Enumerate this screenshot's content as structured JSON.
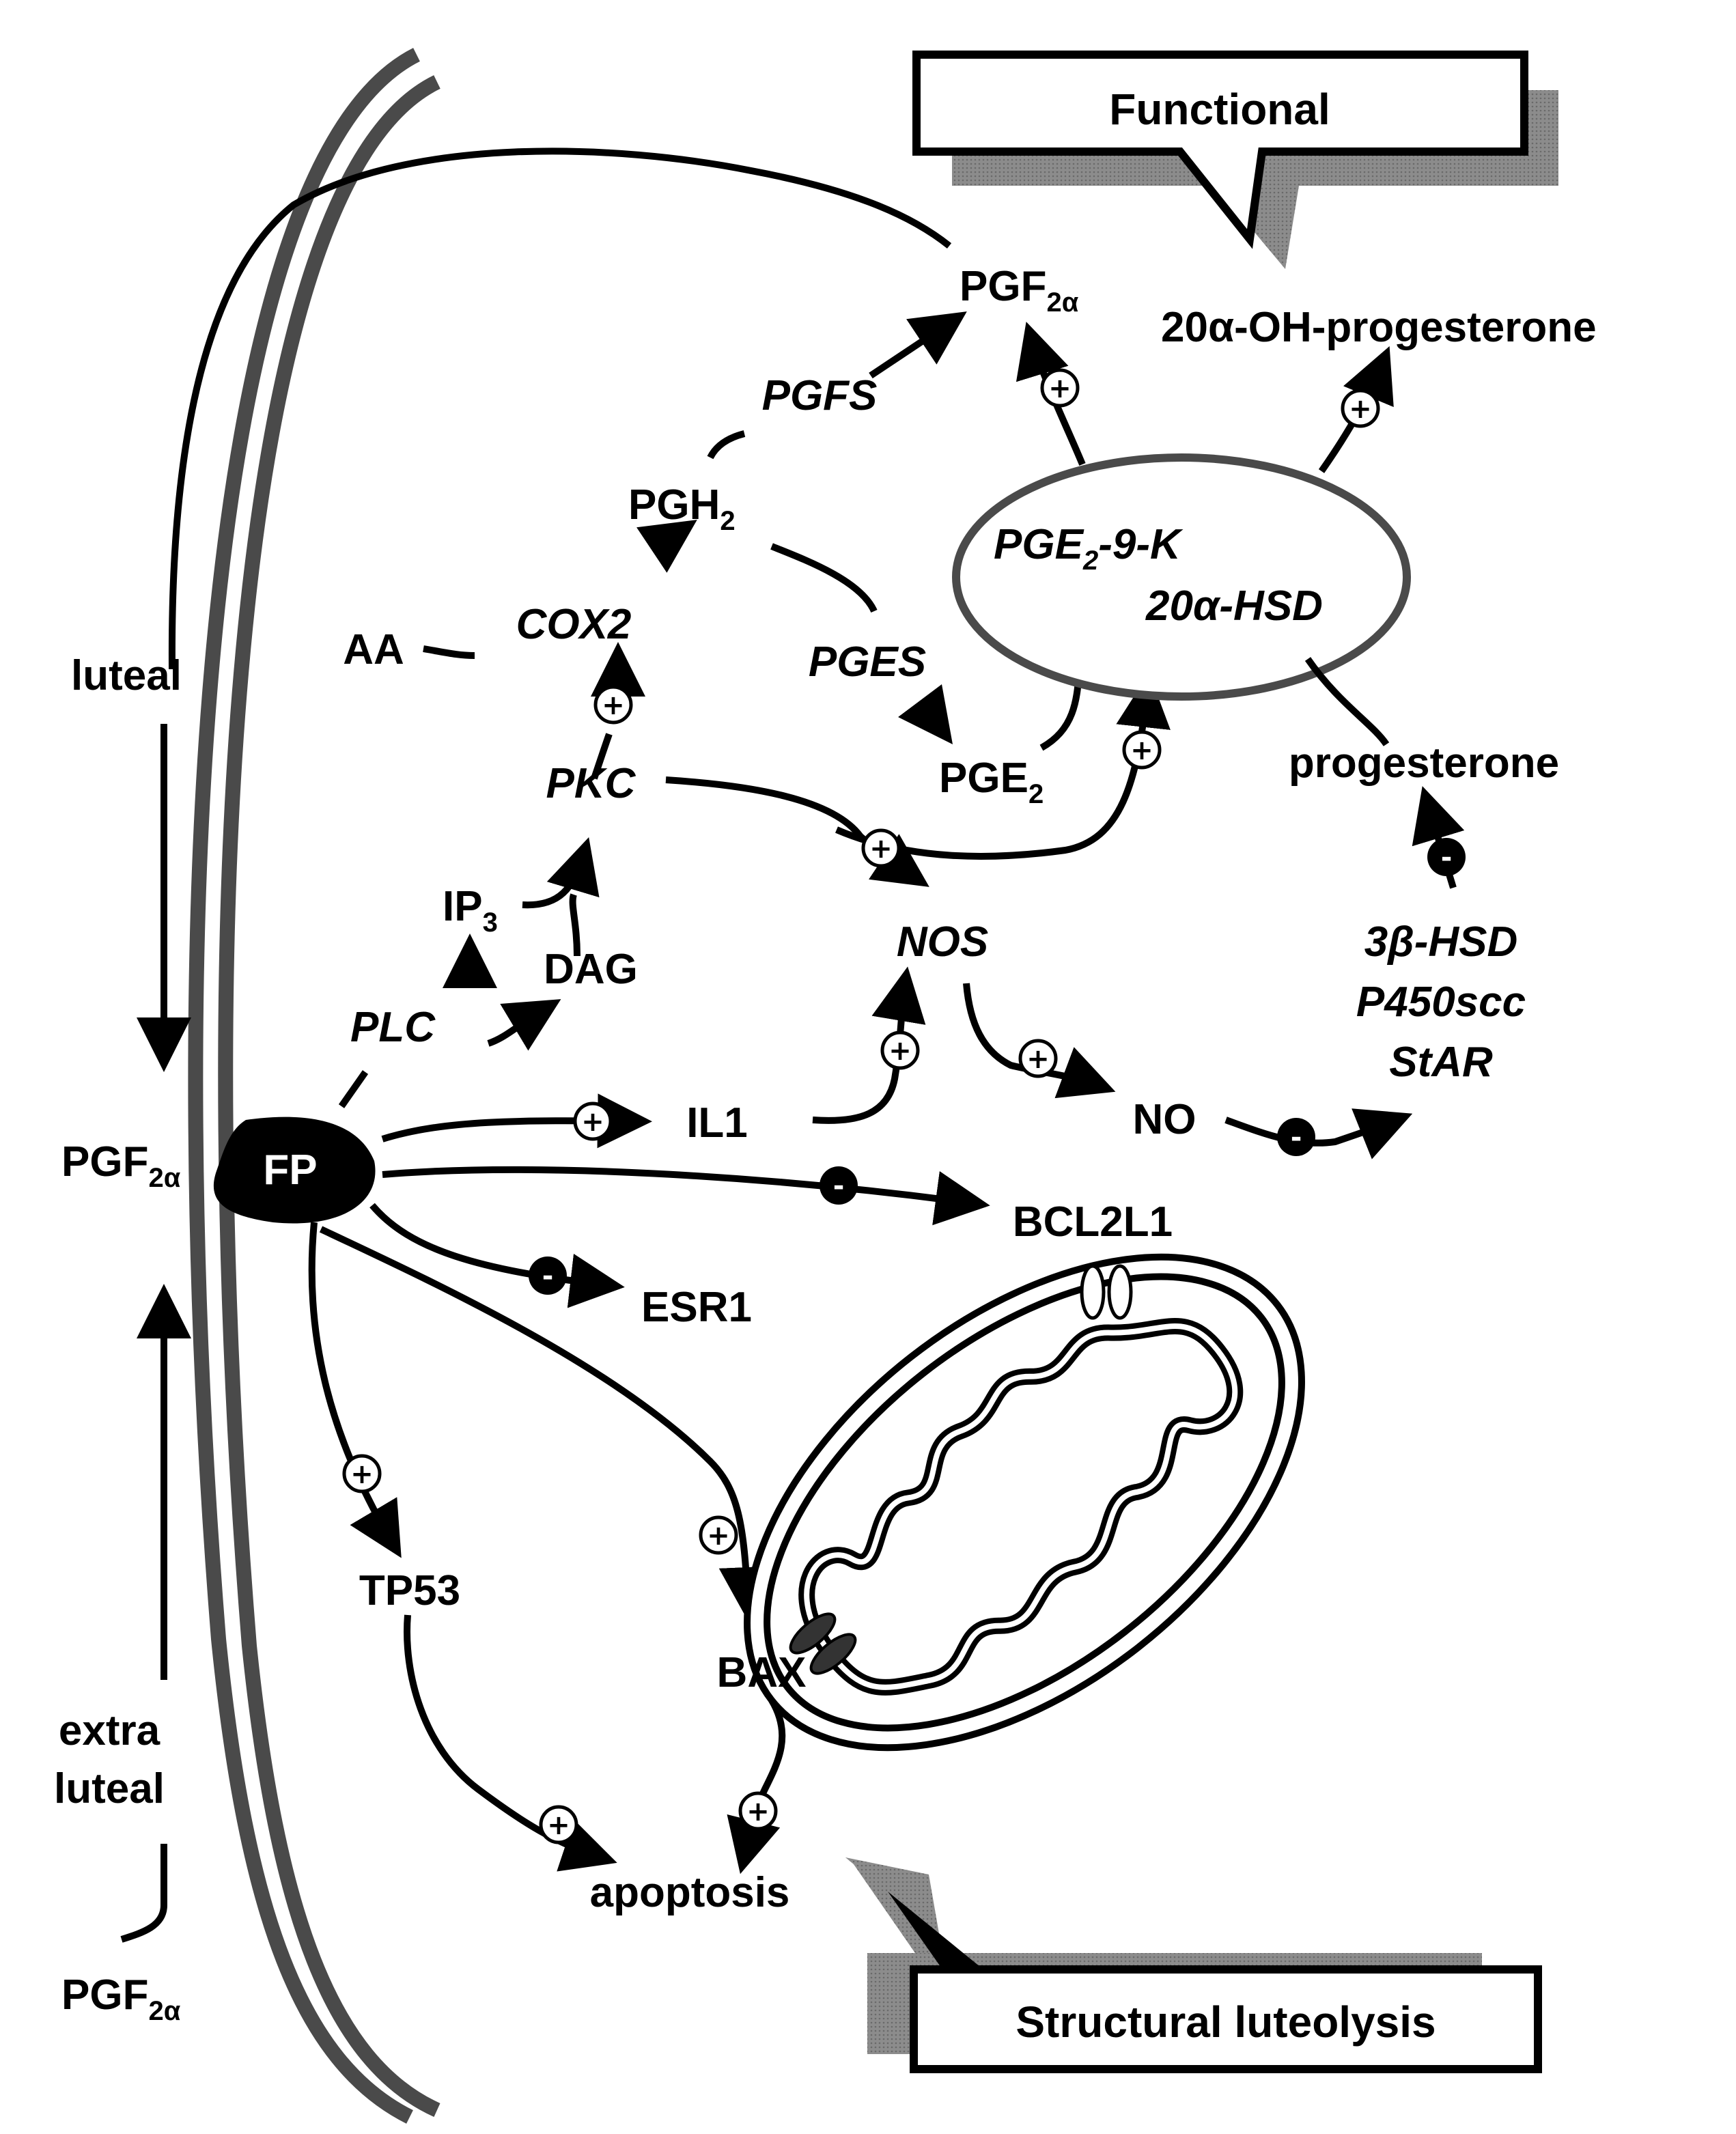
{
  "callouts": {
    "functional": "Functional",
    "structural": "Structural luteolysis"
  },
  "membrane_receptor": "FP",
  "sources": {
    "luteal": "luteal",
    "extra_luteal_1": "extra",
    "extra_luteal_2": "luteal"
  },
  "pgf2a": {
    "base": "PGF",
    "sub": "2α"
  },
  "nodes": {
    "aa": "AA",
    "cox2": "COX2",
    "pgh2_base": "PGH",
    "pgh2_sub": "2",
    "pgfs": "PGFS",
    "pges": "PGES",
    "pge2_base": "PGE",
    "pge2_sub": "2",
    "pkc": "PKC",
    "ip3_base": "IP",
    "ip3_sub": "3",
    "dag": "DAG",
    "plc": "PLC",
    "nos": "NOS",
    "il1": "IL1",
    "no": "NO",
    "bcl2l1": "BCL2L1",
    "esr1": "ESR1",
    "tp53": "TP53",
    "bax": "BAX",
    "apoptosis": "apoptosis",
    "progesterone": "progesterone",
    "oh_progesterone": "20α-OH-progesterone",
    "enzyme_pge2_pre": "PGE",
    "enzyme_pge2_sub": "2",
    "enzyme_pge2_post": "-9-K",
    "enzyme_20a": "20α-HSD",
    "hsd3b": "3β-HSD",
    "p450scc": "P450scc",
    "star": "StAR"
  },
  "signs": {
    "plus": "+",
    "minus": "-"
  }
}
